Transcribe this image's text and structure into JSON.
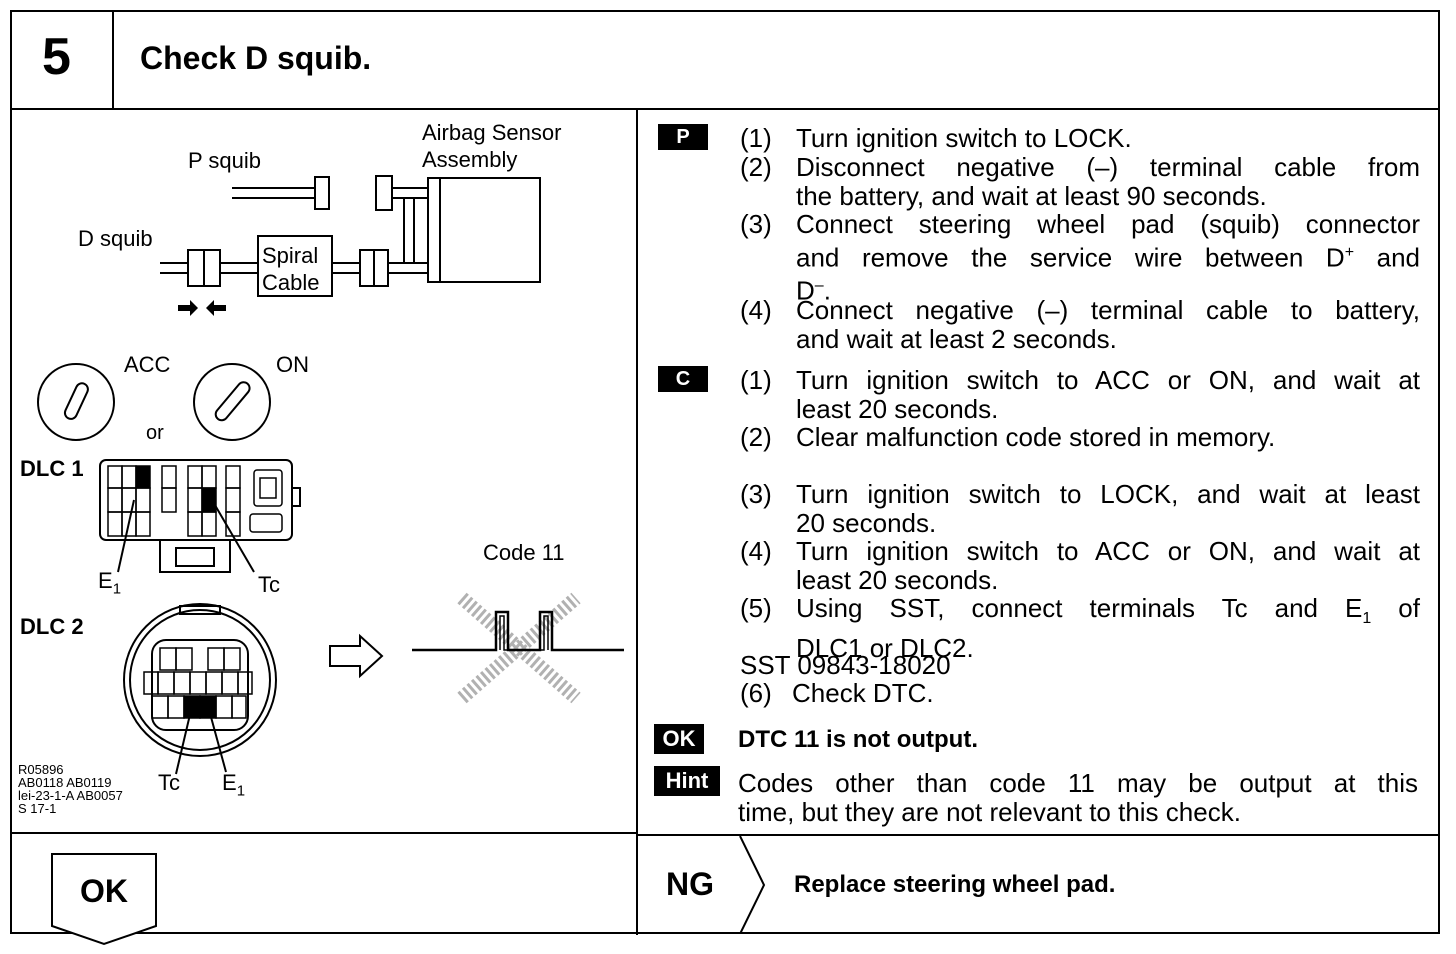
{
  "step": {
    "number": "5",
    "title": "Check D squib."
  },
  "illustration": {
    "p_squib": "P squib",
    "d_squib": "D squib",
    "airbag_sensor_line1": "Airbag Sensor",
    "airbag_sensor_line2": "Assembly",
    "spiral_line1": "Spiral",
    "spiral_line2": "Cable",
    "acc": "ACC",
    "on": "ON",
    "or": "or",
    "dlc1": "DLC 1",
    "dlc2": "DLC 2",
    "e1": "E",
    "e1_sub": "1",
    "tc": "Tc",
    "code11": "Code 11",
    "ref_codes": [
      "R05896",
      "AB0118 AB0119",
      "lei-23-1-A AB0057",
      "S 17-1"
    ]
  },
  "tags": {
    "p": "P",
    "c": "C",
    "ok": "OK",
    "hint": "Hint"
  },
  "p_steps": [
    {
      "num": "(1)",
      "text": "Turn ignition switch to LOCK."
    },
    {
      "num": "(2)",
      "line1": "Disconnect negative (–) terminal cable from",
      "line2": "the battery, and wait at least 90 seconds."
    },
    {
      "num": "(3)",
      "line1": "Connect steering wheel pad (squib) connector",
      "line2_a": "and remove the service wire between D",
      "line2_sup": "+",
      "line2_b": " and",
      "line3_a": "D",
      "line3_sup": "–",
      "line3_b": "."
    },
    {
      "num": "(4)",
      "line1": "Connect negative (–) terminal cable to battery,",
      "line2": "and wait at least 2 seconds."
    }
  ],
  "c_steps": [
    {
      "num": "(1)",
      "line1": "Turn ignition switch to ACC or ON, and wait at",
      "line2": "least 20 seconds."
    },
    {
      "num": "(2)",
      "text": "Clear malfunction code stored in memory."
    },
    {
      "num": "(3)",
      "line1": "Turn ignition switch to LOCK, and wait at least",
      "line2": "20 seconds."
    },
    {
      "num": "(4)",
      "line1": "Turn ignition switch to ACC or ON, and wait at",
      "line2": "least 20 seconds."
    },
    {
      "num": "(5)",
      "line1_a": "Using SST, connect terminals Tc and E",
      "line1_sub": "1",
      "line1_b": " of",
      "line2": "DLC1 or DLC2."
    },
    {
      "sst": "SST 09843-18020"
    },
    {
      "num": "(6)",
      "text": "Check DTC."
    }
  ],
  "ok_result": "DTC 11 is not output.",
  "hint_text_line1": "Codes other than code 11 may be output at this",
  "hint_text_line2": "time, but they are not relevant to this check.",
  "ok_label": "OK",
  "ng_label": "NG",
  "ng_action": "Replace steering wheel pad."
}
